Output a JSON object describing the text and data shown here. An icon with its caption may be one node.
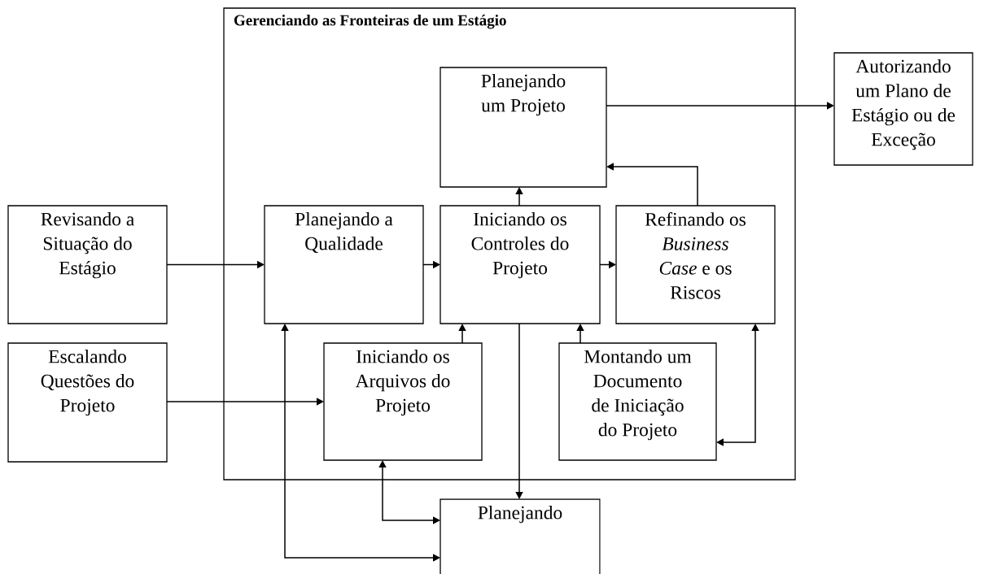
{
  "diagram": {
    "nodes": [
      {
        "text": [
          "Gerenciando as Fronteiras de um Estágio"
        ]
      },
      {
        "text": [
          "Planejando um Projeto"
        ],
        "in": 0
      },
      {
        "text": [
          "Autorizando um Plano de Estágio ou de Exceção"
        ]
      },
      {
        "text": [
          "Revisando a Situação do Estágio"
        ]
      },
      {
        "text": [
          "Planejando a Qualidade"
        ],
        "in": 0
      },
      {
        "text": [
          "Iniciando os Controles do Projeto"
        ],
        "in": 0
      },
      {
        "text": [
          "Refinando os *Business Case* e os Riscos"
        ],
        "in": 0
      },
      {
        "text": [
          "Escalando Questões do Projeto"
        ]
      },
      {
        "text": [
          "Iniciando os Arquivos do Projeto"
        ],
        "in": 0
      },
      {
        "text": [
          "Montando um Documento de Iniciação do Projeto"
        ],
        "in": 0
      },
      {
        "text": [
          "Planejando"
        ]
      }
    ],
    "edges": [
      {
        "from": 1,
        "to": 2,
        "arrow": "to"
      },
      {
        "from": 6,
        "to": 1,
        "arrow": "to"
      },
      {
        "from": 5,
        "to": 1,
        "arrow": "to"
      },
      {
        "from": 3,
        "to": 4,
        "arrow": "to"
      },
      {
        "from": 4,
        "to": 5,
        "arrow": "to"
      },
      {
        "from": 5,
        "to": 6,
        "arrow": "to"
      },
      {
        "from": 7,
        "to": 8,
        "arrow": "to"
      },
      {
        "from": 8,
        "to": 5,
        "arrow": "to"
      },
      {
        "from": 9,
        "to": 5,
        "arrow": "to"
      },
      {
        "from": 6,
        "to": 9,
        "arrow": "both"
      },
      {
        "from": 5,
        "to": 10,
        "arrow": "to"
      },
      {
        "from": 8,
        "to": 10,
        "arrow": "both"
      },
      {
        "from": 4,
        "to": 10,
        "arrow": "both"
      }
    ]
  }
}
